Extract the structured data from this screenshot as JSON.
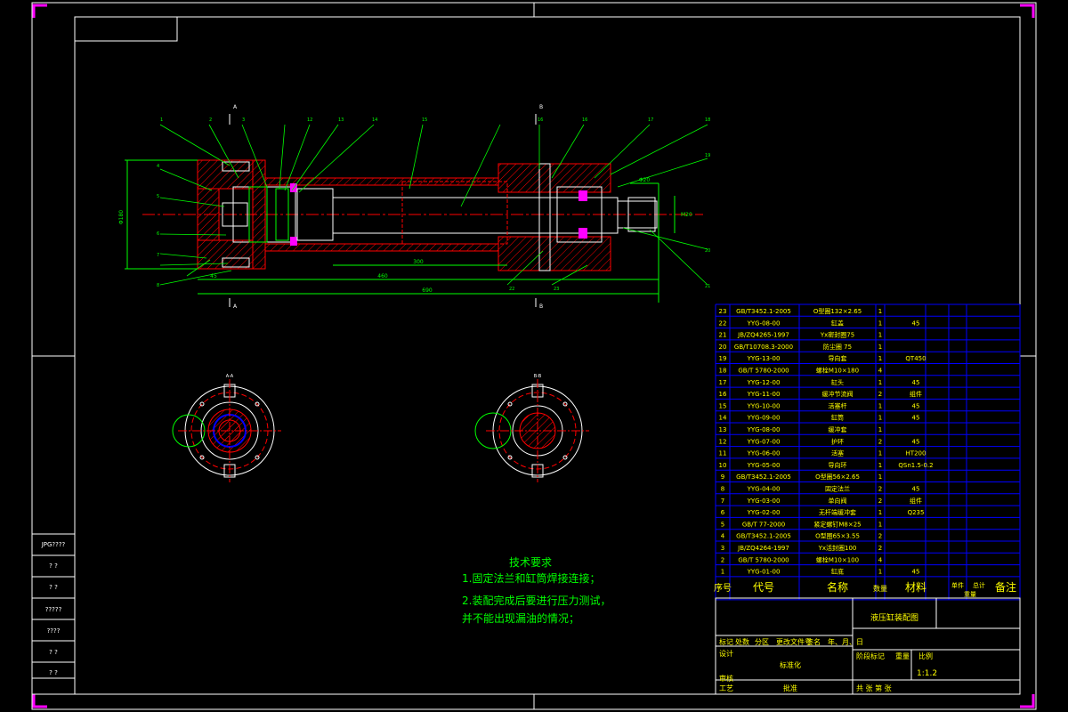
{
  "colors": {
    "background": "#000000",
    "frame": "#ffffff",
    "leader": "#00ff00",
    "table_grid": "#0000ff",
    "table_text": "#ffff00",
    "hatch": "#ff0000",
    "part": "#ff0000",
    "dimension": "#00ff00",
    "centerline": "#ff0000",
    "corner_mark": "#ff00ff"
  },
  "callouts_top": [
    "1",
    "2",
    "3",
    "12",
    "13",
    "14",
    "15",
    "16",
    "16",
    "17",
    "18"
  ],
  "callouts_left": [
    "4",
    "5",
    "6",
    "7",
    "8"
  ],
  "callouts_right": [
    "19",
    "20",
    "21",
    "22",
    "23"
  ],
  "section_labels": [
    "A",
    "A",
    "B",
    "B"
  ],
  "dims": {
    "overall_height": "Φ180",
    "flange_width": "45",
    "stroke": "460",
    "total_length": "690",
    "inner_len": "300",
    "rod_dia": "Φ20",
    "rod_len": "M20"
  },
  "section_view_labels": [
    "A-A",
    "B-B"
  ],
  "tech_req": {
    "title": "技术要求",
    "lines": [
      "1.固定法兰和缸筒焊接连接；",
      "2.装配完成后要进行压力测试，",
      "并不能出现漏油的情况；"
    ]
  },
  "bom_rows": [
    {
      "no": "23",
      "code": "GB/T3452.1-2005",
      "name": "O型圈132×2.65",
      "qty": "1",
      "mat": ""
    },
    {
      "no": "22",
      "code": "YYG-08-00",
      "name": "缸盖",
      "qty": "1",
      "mat": "45"
    },
    {
      "no": "21",
      "code": "JB/ZQ4265-1997",
      "name": "Yx密封圈75",
      "qty": "1",
      "mat": ""
    },
    {
      "no": "20",
      "code": "GB/T10708.3-2000",
      "name": "防尘圈 75",
      "qty": "1",
      "mat": ""
    },
    {
      "no": "19",
      "code": "YYG-13-00",
      "name": "导向套",
      "qty": "1",
      "mat": "QT450"
    },
    {
      "no": "18",
      "code": "GB/T 5780-2000",
      "name": "螺栓M10×180",
      "qty": "4",
      "mat": ""
    },
    {
      "no": "17",
      "code": "YYG-12-00",
      "name": "缸头",
      "qty": "1",
      "mat": "45"
    },
    {
      "no": "16",
      "code": "YYG-11-00",
      "name": "缓冲节流阀",
      "qty": "2",
      "mat": "组件"
    },
    {
      "no": "15",
      "code": "YYG-10-00",
      "name": "活塞杆",
      "qty": "1",
      "mat": "45"
    },
    {
      "no": "14",
      "code": "YYG-09-00",
      "name": "缸筒",
      "qty": "1",
      "mat": "45"
    },
    {
      "no": "13",
      "code": "YYG-08-00",
      "name": "缓冲套",
      "qty": "1",
      "mat": ""
    },
    {
      "no": "12",
      "code": "YYG-07-00",
      "name": "护环",
      "qty": "2",
      "mat": "45"
    },
    {
      "no": "11",
      "code": "YYG-06-00",
      "name": "活塞",
      "qty": "1",
      "mat": "HT200"
    },
    {
      "no": "10",
      "code": "YYG-05-00",
      "name": "导向环",
      "qty": "1",
      "mat": "QSn1.5-0.2"
    },
    {
      "no": "9",
      "code": "GB/T3452.1-2005",
      "name": "O型圈56×2.65",
      "qty": "1",
      "mat": ""
    },
    {
      "no": "8",
      "code": "YYG-04-00",
      "name": "固定法兰",
      "qty": "2",
      "mat": "45"
    },
    {
      "no": "7",
      "code": "YYG-03-00",
      "name": "单向阀",
      "qty": "2",
      "mat": "组件"
    },
    {
      "no": "6",
      "code": "YYG-02-00",
      "name": "无杆端缓冲套",
      "qty": "1",
      "mat": "Q235"
    },
    {
      "no": "5",
      "code": "GB/T 77-2000",
      "name": "紧定螺钉M8×25",
      "qty": "1",
      "mat": ""
    },
    {
      "no": "4",
      "code": "GB/T3452.1-2005",
      "name": "O型圈65×3.55",
      "qty": "2",
      "mat": ""
    },
    {
      "no": "3",
      "code": "JB/ZQ4264-1997",
      "name": "Yx活封圈100",
      "qty": "2",
      "mat": ""
    },
    {
      "no": "2",
      "code": "GB/T 5780-2000",
      "name": "螺栓M10×100",
      "qty": "4",
      "mat": ""
    },
    {
      "no": "1",
      "code": "YYG-01-00",
      "name": "缸底",
      "qty": "1",
      "mat": "45"
    }
  ],
  "bom_header": {
    "seq": "序号",
    "code": "代号",
    "name": "名称",
    "qty": "数量",
    "mat": "材料",
    "unit": "单件",
    "total": "总计",
    "weight": "重量",
    "remark": "备注"
  },
  "title_block": {
    "drawing_name": "液压缸装配图",
    "scale": "1:1.2",
    "rows_left": [
      "标记",
      "处数",
      "分区",
      "更改文件号",
      "签名",
      "年、月、日"
    ],
    "design": "设计",
    "std": "标准化",
    "check": "审核",
    "process": "工艺",
    "approve": "批准",
    "stage": "阶段标记",
    "weight": "重量",
    "ratio": "比例",
    "sheet": "共 张 第 张"
  },
  "side_stamp": [
    "JPG????",
    "? ?",
    "? ?",
    "?????",
    "????",
    "? ?",
    "? ?"
  ]
}
